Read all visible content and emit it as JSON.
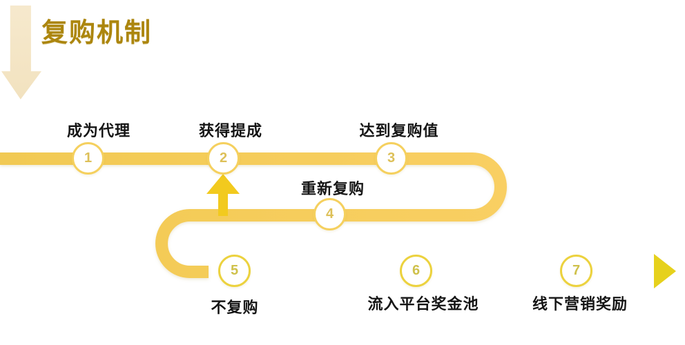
{
  "title": "复购机制",
  "colors": {
    "title_gold": "#ac860e",
    "band_gold_start": "#f1c952",
    "band_gold_end": "#f9cf63",
    "band_yellow_start": "#f1cc4b",
    "band_yellow_end": "#e5d01c",
    "up_arrow_yellow": "#f2ca1e",
    "big_arrow_cream": "#f3e4c4",
    "circle_border_top": "#f5d05e",
    "circle_border_bottom": "#ecd23e",
    "label_black": "#151515"
  },
  "flow": {
    "nodes": [
      {
        "number": "1",
        "label": "成为代理",
        "label_position": "above"
      },
      {
        "number": "2",
        "label": "获得提成",
        "label_position": "above"
      },
      {
        "number": "3",
        "label": "达到复购值",
        "label_position": "above"
      },
      {
        "number": "4",
        "label": "重新复购",
        "label_position": "above"
      },
      {
        "number": "5",
        "label": "不复购",
        "label_position": "below"
      },
      {
        "number": "6",
        "label": "流入平台奖金池",
        "label_position": "below"
      },
      {
        "number": "7",
        "label": "线下营销奖励",
        "label_position": "below"
      }
    ],
    "icons": [
      "down-arrow-icon",
      "up-arrow-icon",
      "right-arrow-icon"
    ]
  }
}
